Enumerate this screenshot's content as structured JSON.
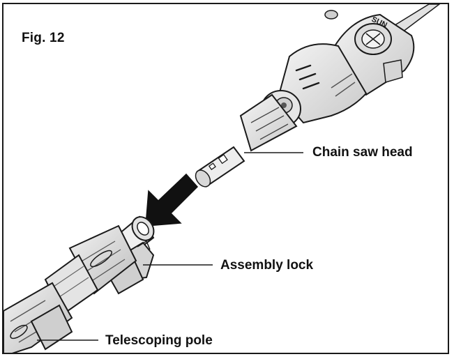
{
  "figure": {
    "label": "Fig. 12"
  },
  "callouts": {
    "chain_saw_head": "Chain saw head",
    "assembly_lock": "Assembly lock",
    "telescoping_pole": "Telescoping pole"
  },
  "brand_fragment": "SUN",
  "colors": {
    "line": "#1a1a1a",
    "shade_light": "#e8e8e8",
    "shade_mid": "#cfcfcf",
    "shade_dark": "#9a9a9a",
    "arrow": "#111111"
  }
}
